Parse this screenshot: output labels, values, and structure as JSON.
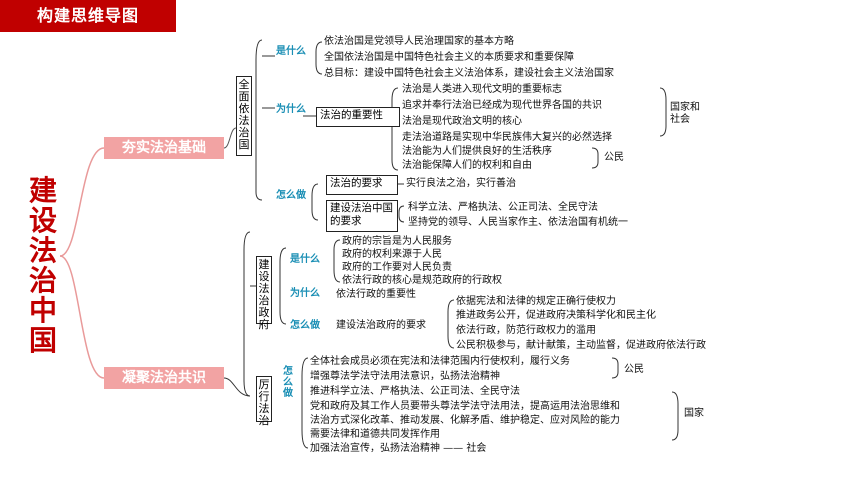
{
  "header": "构建思维导图",
  "root": "建设法治中国",
  "branch1": {
    "title": "夯实法治基础",
    "node": "全面依法治国",
    "what": {
      "tag": "是什么",
      "items": [
        "依法治国是党领导人民治理国家的基本方略",
        "全国依法治国是中国特色社会主义的本质要求和重要保障",
        "总目标：建设中国特色社会主义法治体系，建设社会主义法治国家"
      ]
    },
    "why": {
      "tag": "为什么",
      "box": "法治的重要性",
      "items": [
        "法治是人类进入现代文明的重要标志",
        "追求并奉行法治已经成为现代世界各国的共识",
        "法治是现代政治文明的核心",
        "走法治道路是实现中华民族伟大复兴的必然选择",
        "法治能为人们提供良好的生活秩序",
        "法治能保障人们的权利和自由"
      ],
      "group_state": "国家和社会",
      "group_citizen": "公民"
    },
    "how": {
      "tag": "怎么做",
      "box1": "法治的要求",
      "box1_text": "实行良法之治，实行善治",
      "box2": "建设法治中国的要求",
      "box2_items": [
        "科学立法、严格执法、公正司法、全民守法",
        "坚持党的领导、人民当家作主、依法治国有机统一"
      ]
    }
  },
  "gov": {
    "node": "建设法治政府",
    "what_tag": "是什么",
    "what_items": [
      "政府的宗旨是为人民服务",
      "政府的权利来源于人民",
      "政府的工作要对人民负责",
      "依法行政的核心是规范政府的行政权"
    ],
    "why_tag": "为什么",
    "why_text": "依法行政的重要性",
    "how_tag": "怎么做",
    "how_text": "建设法治政府的要求",
    "how_items": [
      "依据宪法和法律的规定正确行使权力",
      "推进政务公开，促进政府决策科学化和民主化",
      "依法行政，防范行政权力的滥用",
      "公民积极参与，献计献策，主动监督，促进政府依法行政"
    ]
  },
  "branch2": {
    "title": "凝聚法治共识",
    "node": "厉行法治",
    "tag": "怎么做",
    "items": [
      "全体社会成员必须在宪法和法律范围内行使权利，履行义务",
      "增强尊法学法守法用法意识，弘扬法治精神",
      "推进科学立法、严格执法、公正司法、全民守法",
      "党和政府及其工作人员要带头尊法学法守法用法，提高运用法治思维和",
      "法治方式深化改革、推动发展、化解矛盾、维护稳定、应对风险的能力",
      "需要法律和道德共同发挥作用",
      "加强法治宣传，弘扬法治精神 —— 社会"
    ],
    "group_citizen": "公民",
    "group_state": "国家"
  }
}
